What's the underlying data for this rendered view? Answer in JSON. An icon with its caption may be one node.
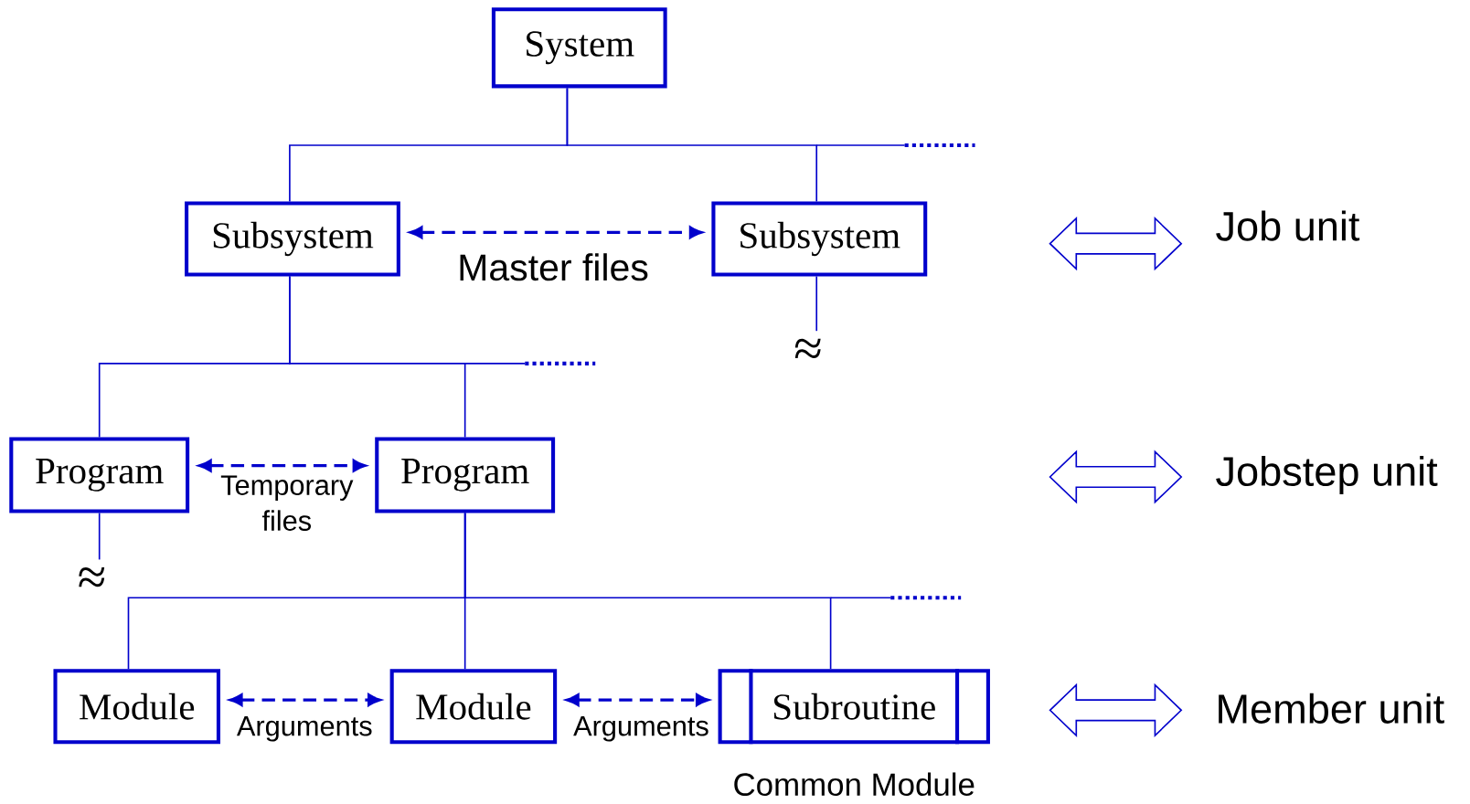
{
  "diagram": {
    "nodes": [
      {
        "text": [
          "System"
        ]
      },
      {
        "text": [
          "Subsystem"
        ]
      },
      {
        "text": [
          "Subsystem"
        ]
      },
      {
        "text": [
          "≈"
        ]
      },
      {
        "text": [
          "Program"
        ]
      },
      {
        "text": [
          "Program"
        ]
      },
      {
        "text": [
          "≈"
        ]
      },
      {
        "text": [
          "Module"
        ]
      },
      {
        "text": [
          "Module"
        ]
      },
      {
        "text": [
          "Subroutine"
        ],
        "beside": [
          "Common Module"
        ]
      }
    ],
    "edges": [
      {
        "from": 0,
        "to": 1,
        "arrow": "none"
      },
      {
        "from": 0,
        "to": 2,
        "arrow": "none"
      },
      {
        "from": 1,
        "to": 2,
        "arrow": "both",
        "style": "dashed",
        "label": "Master files"
      },
      {
        "from": 2,
        "to": 3,
        "arrow": "none"
      },
      {
        "from": 1,
        "to": 4,
        "arrow": "none"
      },
      {
        "from": 1,
        "to": 5,
        "arrow": "none"
      },
      {
        "from": 4,
        "to": 5,
        "arrow": "both",
        "style": "dashed",
        "label": "Temporary files"
      },
      {
        "from": 4,
        "to": 6,
        "arrow": "none"
      },
      {
        "from": 5,
        "to": 7,
        "arrow": "none"
      },
      {
        "from": 5,
        "to": 8,
        "arrow": "none"
      },
      {
        "from": 5,
        "to": 9,
        "arrow": "none"
      },
      {
        "from": 7,
        "to": 8,
        "arrow": "both",
        "style": "dashed",
        "label": "Arguments"
      },
      {
        "from": 8,
        "to": 9,
        "arrow": "both",
        "style": "dashed",
        "label": "Arguments"
      }
    ],
    "labels": [
      "Job unit",
      "Jobstep unit",
      "Member unit"
    ]
  }
}
